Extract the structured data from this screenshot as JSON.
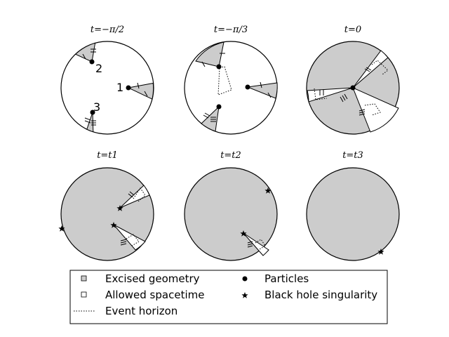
{
  "panels": [
    {
      "title": "t=−π/2",
      "particle_labels": [
        "1",
        "2",
        "3"
      ]
    },
    {
      "title": "t=−π/3"
    },
    {
      "title": "t=0"
    },
    {
      "title": "t=t1"
    },
    {
      "title": "t=t2"
    },
    {
      "title": "t=t3"
    }
  ],
  "legend": {
    "excised": "Excised geometry",
    "allowed": "Allowed spacetime",
    "horizon": "Event horizon",
    "particles": "Particles",
    "singularity": "Black hole singularity"
  },
  "colors": {
    "excised_fill": "#cccccc",
    "allowed_fill": "#ffffff",
    "stroke": "#000000"
  }
}
